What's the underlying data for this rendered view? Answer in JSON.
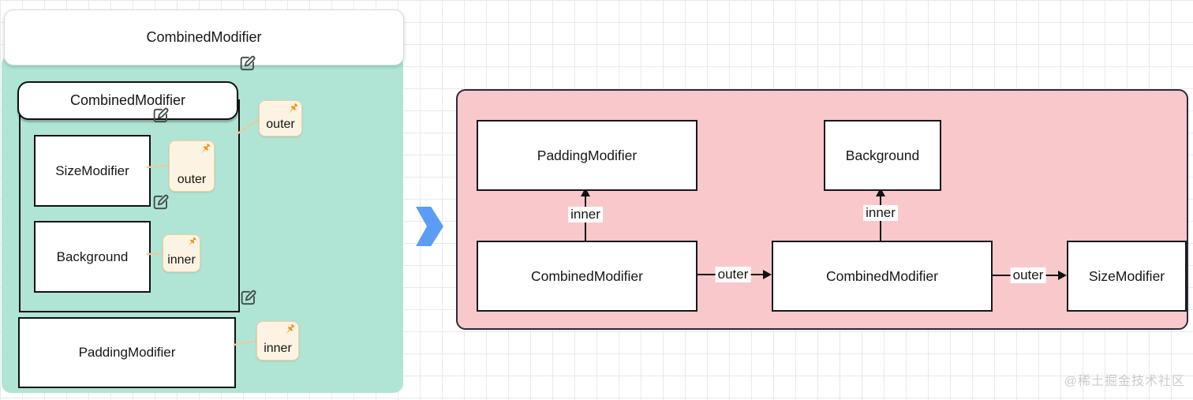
{
  "colors": {
    "teal": "#b0e5d6",
    "pink": "#f9c8cb",
    "pin-bg": "#fdf3e2",
    "pin-border": "#f4cf9f",
    "pin-orange": "#f28c10",
    "chevron-blue": "#5c9cf5",
    "grid-line": "#e9e9e9",
    "panel-border": "#2a2a3e",
    "node-border": "#17171f",
    "watermark-gray": "#c9cbcd"
  },
  "icons": {
    "edit": "pencil-in-square",
    "pin": "orange-pushpin",
    "transform": "blue-right-chevron"
  },
  "left_panel": {
    "header_title": "CombinedModifier",
    "group_label": "CombinedModifier",
    "nodes": {
      "size": "SizeModifier",
      "background": "Background",
      "padding": "PaddingModifier"
    },
    "pins": [
      {
        "label": "outer"
      },
      {
        "label": "outer"
      },
      {
        "label": "inner"
      },
      {
        "label": "inner"
      }
    ]
  },
  "right_panel": {
    "nodes": {
      "padding": "PaddingModifier",
      "background": "Background",
      "combined1": "CombinedModifier",
      "combined2": "CombinedModifier",
      "size": "SizeModifier"
    },
    "edges": [
      {
        "label": "inner"
      },
      {
        "label": "inner"
      },
      {
        "label": "outer"
      },
      {
        "label": "outer"
      }
    ]
  },
  "watermark": "@稀土掘金技术社区"
}
